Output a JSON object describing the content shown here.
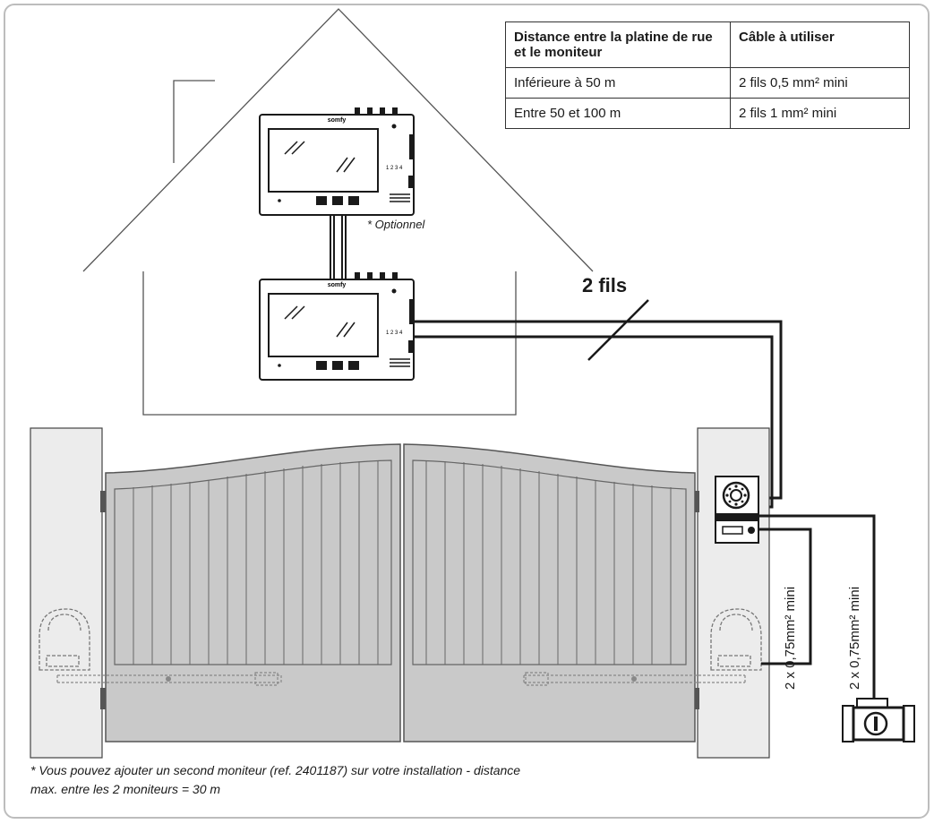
{
  "table": {
    "headers": [
      "Distance entre la platine de rue et le moniteur",
      "Câble à utiliser"
    ],
    "rows": [
      [
        "Inférieure à 50 m",
        "2 fils 0,5 mm² mini"
      ],
      [
        "Entre 50 et 100 m",
        "2 fils 1 mm² mini"
      ]
    ]
  },
  "monitor": {
    "brand": "somfy",
    "terminals": "1 2 3 4"
  },
  "labels": {
    "optional": "* Optionnel",
    "two_wires": "2 fils",
    "cable_lock": "2 x 0,75mm² mini",
    "cable_motor": "2 x 0,75mm² mini",
    "footnote": "* Vous pouvez ajouter un second moniteur (ref. 2401187) sur votre installation - distance max. entre les 2 moniteurs = 30 m"
  },
  "colors": {
    "gate_fill": "#c9c9c9",
    "pillar_fill": "#ececec",
    "line": "#1a1a1a",
    "border": "#bdbdbd"
  }
}
